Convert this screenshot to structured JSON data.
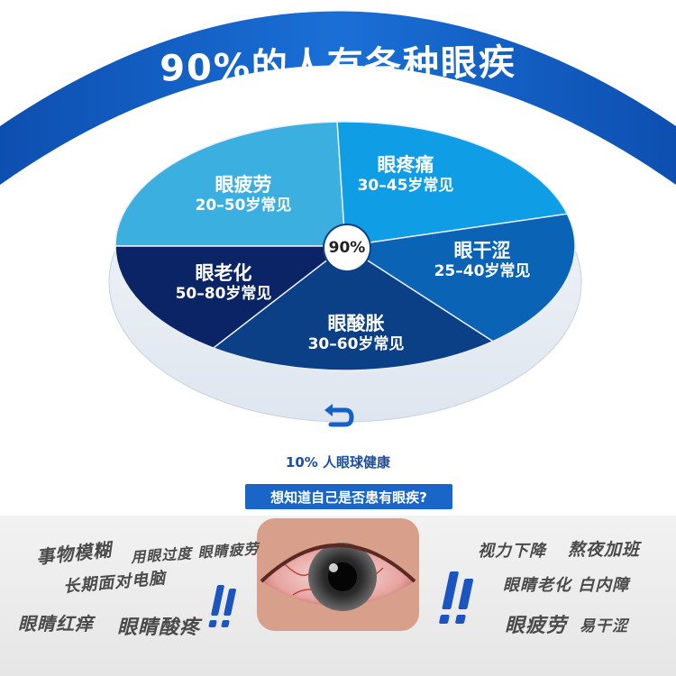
{
  "title": "90%的人有各种眼疾",
  "center_label": "90%",
  "slices": [
    {
      "name": "眼疲劳",
      "age": "20–50岁常见",
      "color": "#3bb0e0"
    },
    {
      "name": "眼疼痛",
      "age": "30–45岁常见",
      "color": "#0f9ee6"
    },
    {
      "name": "眼干涩",
      "age": "25–40岁常见",
      "color": "#0a63b4"
    },
    {
      "name": "眼酸胀",
      "age": "30–60岁常见",
      "color": "#0b3f86"
    },
    {
      "name": "眼老化",
      "age": "50–80岁常见",
      "color": "#0a2466"
    }
  ],
  "healthy_text": "10% 人眼球健康",
  "question_button": "想知道自己是否患有眼疾?",
  "symptoms_left": [
    "事物模糊",
    "用眼过度 眼睛疲劳",
    "长期面对电脑",
    "眼睛红痒",
    "眼睛酸疼"
  ],
  "symptoms_right": [
    "视力下降",
    "熬夜加班",
    "眼睛老化 白内障",
    "眼疲劳",
    "易干涩"
  ],
  "colors": {
    "arc_blue": "#1462c8",
    "button_blue": "#1a65c8",
    "text_blue": "#1a4fa0"
  },
  "icons": [
    "return-arrow-icon",
    "exclamation-icon",
    "eye-image"
  ]
}
